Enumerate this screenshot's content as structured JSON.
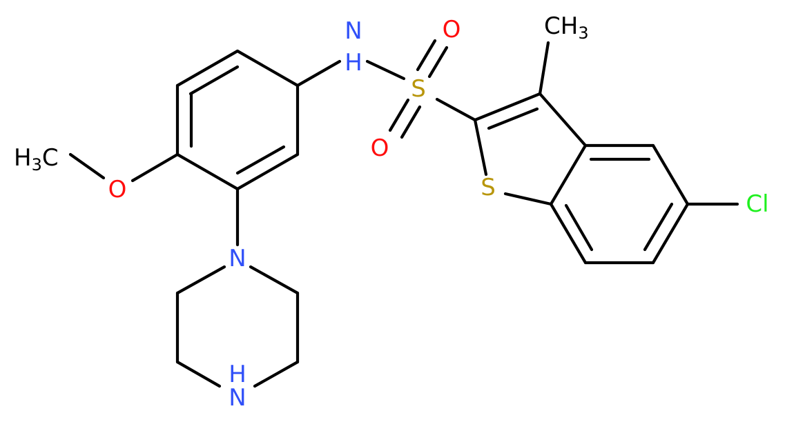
{
  "colors": {
    "bond": "#000000",
    "nitrogen": "#3050F8",
    "oxygen": "#FF0D0D",
    "sulfur": "#B8960C",
    "chlorine": "#1FF01F",
    "carbon": "#000000",
    "background": "#ffffff"
  },
  "atoms": {
    "nh_amide": {
      "main": "N",
      "second": "H"
    },
    "sulfonyl_s": "S",
    "sulfonyl_o_top": "O",
    "sulfonyl_o_bottom": "O",
    "methyl_right": {
      "main": "CH",
      "sub": "3"
    },
    "methyl_left": {
      "main": "H",
      "sub": "3",
      "tail": "C"
    },
    "methoxy_o": "O",
    "thiophene_s": "S",
    "chloro": "Cl",
    "piperazine_n_top": "N",
    "piperazine_nh": {
      "main": "N",
      "second": "H"
    }
  }
}
